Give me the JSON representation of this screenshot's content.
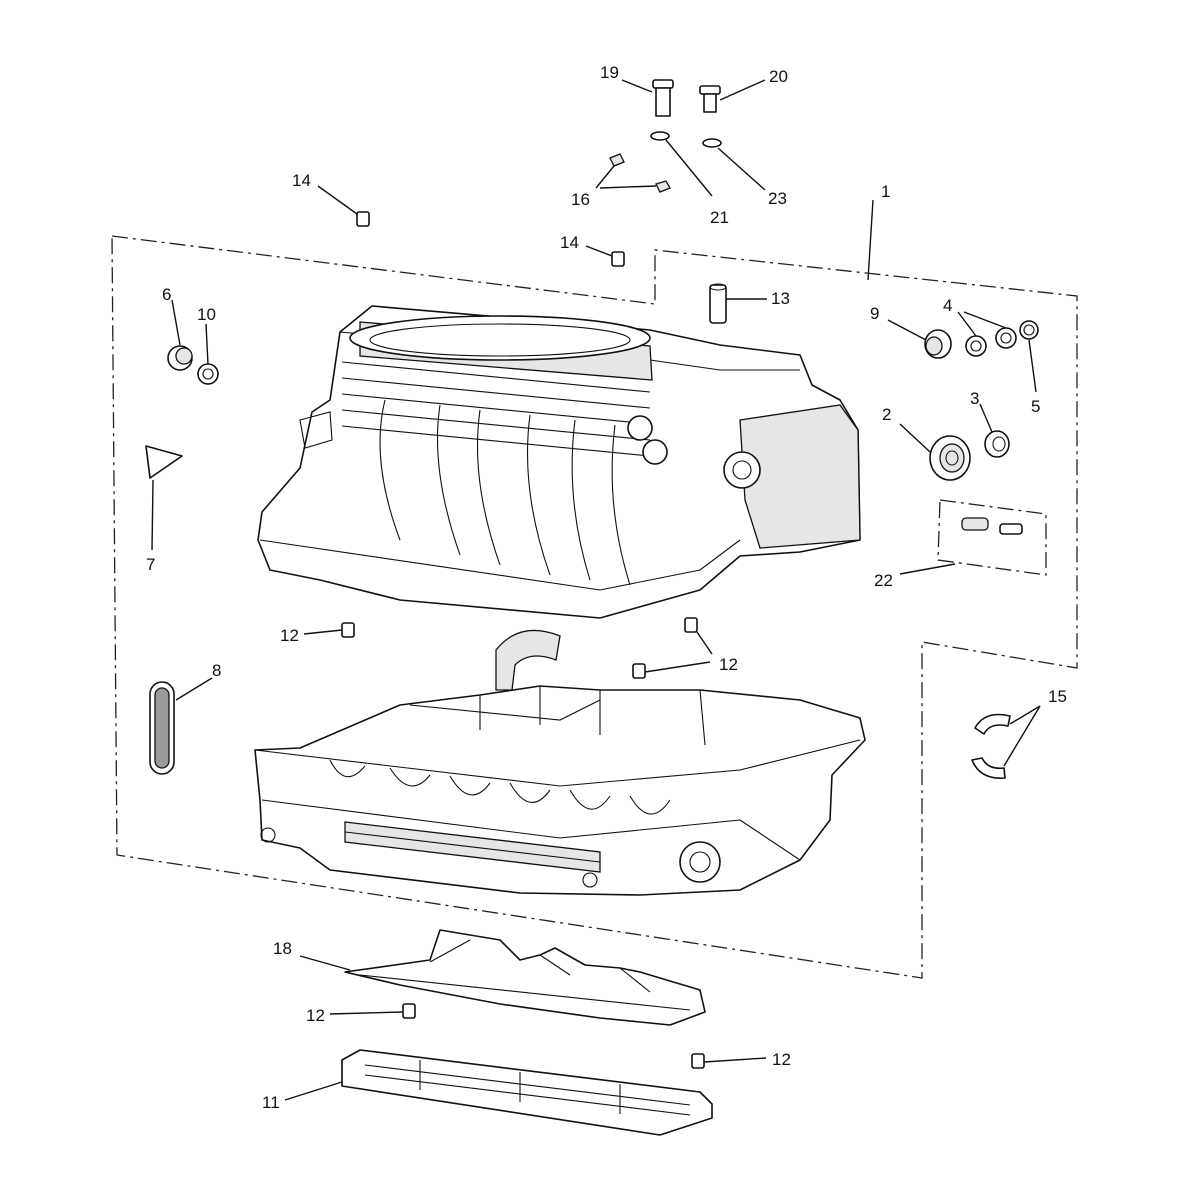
{
  "diagram": {
    "colors": {
      "line": "#111111",
      "background": "#ffffff",
      "shade": "#e6e6e6"
    },
    "callouts": {
      "c1": "1",
      "c2": "2",
      "c3": "3",
      "c4": "4",
      "c5": "5",
      "c6": "6",
      "c7": "7",
      "c8": "8",
      "c9": "9",
      "c10": "10",
      "c11": "11",
      "c12a": "12",
      "c12b": "12",
      "c12c": "12",
      "c12d": "12",
      "c13": "13",
      "c14a": "14",
      "c14b": "14",
      "c15": "15",
      "c16": "16",
      "c18": "18",
      "c19": "19",
      "c20": "20",
      "c21": "21",
      "c22": "22",
      "c23": "23"
    }
  }
}
